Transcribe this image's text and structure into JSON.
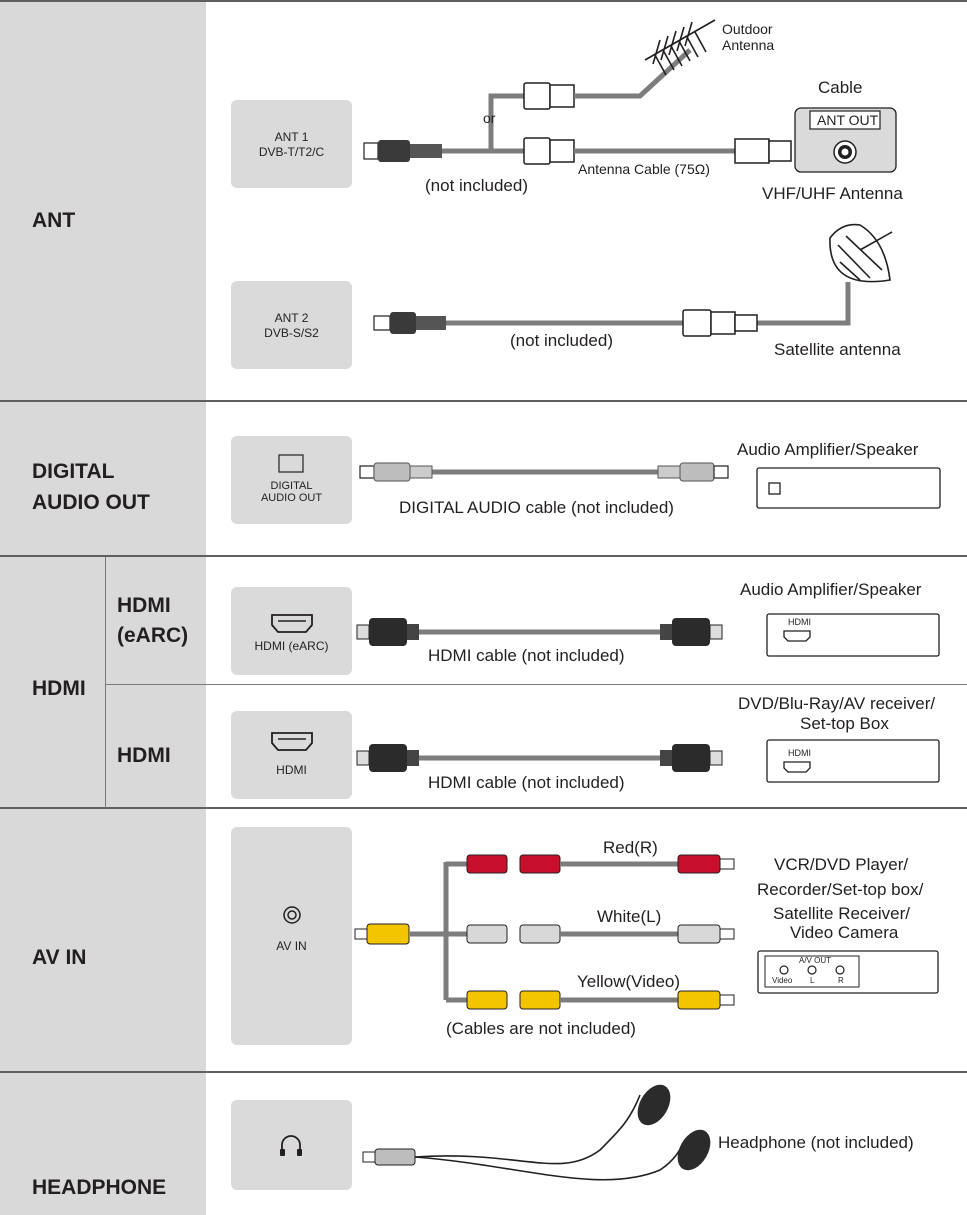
{
  "sections": {
    "ant": "ANT",
    "digital_1": "DIGITAL",
    "digital_2": "AUDIO OUT",
    "hdmi": "HDMI",
    "hdmi_earc_1": "HDMI",
    "hdmi_earc_2": "(eARC)",
    "hdmi_sub": "HDMI",
    "av_in": "AV IN",
    "headphone": "HEADPHONE"
  },
  "ports": {
    "ant1_1": "ANT 1",
    "ant1_2": "DVB-T/T2/C",
    "ant2_1": "ANT 2",
    "ant2_2": "DVB-S/S2",
    "digital_1": "DIGITAL",
    "digital_2": "AUDIO OUT",
    "hdmi_earc": "HDMI (eARC)",
    "hdmi": "HDMI",
    "av_in": "AV IN"
  },
  "labels": {
    "outdoor_1": "Outdoor",
    "outdoor_2": "Antenna",
    "or": "or",
    "cable": "Cable",
    "ant_out": "ANT OUT",
    "antenna_cable": "Antenna Cable (75Ω)",
    "not_included_1": "(not included)",
    "vhf_uhf": "VHF/UHF Antenna",
    "not_included_2": "(not included)",
    "satellite": "Satellite antenna",
    "audio_amp_1": "Audio Amplifier/Speaker",
    "digital_cable": "DIGITAL AUDIO cable (not included)",
    "audio_amp_2": "Audio Amplifier/Speaker",
    "device_hdmi_1": "HDMI",
    "hdmi_cable_1": "HDMI cable (not included)",
    "dvd_1": "DVD/Blu-Ray/AV receiver/",
    "dvd_2": "Set-top Box",
    "device_hdmi_2": "HDMI",
    "hdmi_cable_2": "HDMI cable (not included)",
    "red": "Red(R)",
    "white": "White(L)",
    "yellow": "Yellow(Video)",
    "vcr_1": "VCR/DVD Player/",
    "vcr_2": "Recorder/Set-top box/",
    "vcr_3": "Satellite Receiver/",
    "vcr_4": "Video Camera",
    "av_out": "A/V OUT",
    "av_video": "Video",
    "av_l": "L",
    "av_r": "R",
    "cables_not_included": "(Cables are not included)",
    "headphone": "Headphone (not included)"
  },
  "icons": {
    "antenna": "outdoor-antenna-icon",
    "satellite": "satellite-dish-icon",
    "optical": "optical-port-icon",
    "hdmi": "hdmi-port-icon",
    "av": "av-jack-icon",
    "headphone": "headphone-icon"
  },
  "colors": {
    "panel": "#d9d9d9",
    "port": "#dadada",
    "cable": "#7d7d7d",
    "red": "#c8102e",
    "yellow": "#f2c500"
  }
}
